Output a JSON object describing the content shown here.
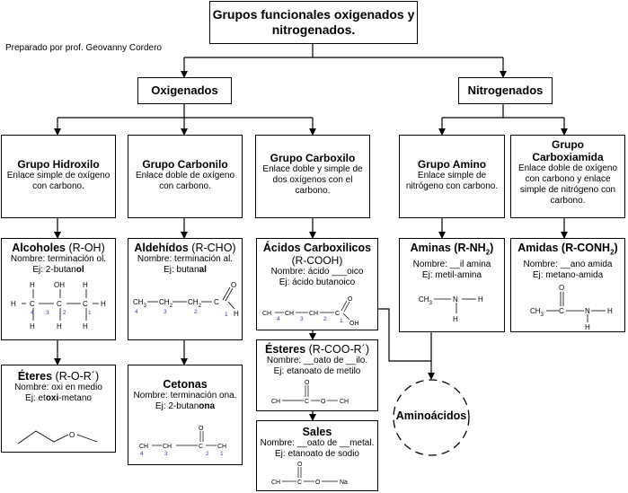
{
  "title_line1": "Grupos funcionales oxigenados y",
  "title_line2": "nitrogenados.",
  "author": "Preparado por prof. Geovanny Cordero",
  "categories": {
    "oxigenados": "Oxigenados",
    "nitrogenados": "Nitrogenados"
  },
  "groups": {
    "hidroxilo": {
      "title": "Grupo Hidroxilo",
      "desc1": "Enlace simple de oxígeno",
      "desc2": "con carbono."
    },
    "carbonilo": {
      "title": "Grupo Carbonilo",
      "desc1": "Enlace doble de oxígeno",
      "desc2": "con carbono."
    },
    "carboxilo": {
      "title": "Grupo Carboxilo",
      "desc1": "Enlace doble y simple de",
      "desc2": "dos oxígenos con el",
      "desc3": "carbono."
    },
    "amino": {
      "title": "Grupo Amino",
      "desc1": "Enlace simple de",
      "desc2": "nitrógeno con carbono."
    },
    "carboxiamida": {
      "title1": "Grupo",
      "title2": "Carboxiamida",
      "desc1": "Enlace doble de oxígeno",
      "desc2": "con carbono y enlace",
      "desc3": "simple de nitrógeno con",
      "desc4": "carbono."
    }
  },
  "compounds": {
    "alcoholes": {
      "name": "Alcoholes",
      "formula": " (R-OH)",
      "nombre": "Nombre: terminación ol.",
      "ej_prefix": "Ej: 2-butan",
      "ej_bold": "ol"
    },
    "aldehidos": {
      "name": "Aldehídos",
      "formula": " (R-CHO)",
      "nombre": "Nombre: terminación al.",
      "ej_prefix": "Ej: butan",
      "ej_bold": "al"
    },
    "acidos": {
      "name": "Ácidos Carboxilicos",
      "formula": "(R-COOH)",
      "nombre": "Nombre: ácido ___oico",
      "ej": "Ej: ácido butanoico"
    },
    "aminas": {
      "name": "Aminas (R-NH",
      "sub": "2",
      "close": ")",
      "nombre": "Nombre: __il amina",
      "ej": "Ej: metil-amina"
    },
    "amidas": {
      "name": "Amidas (R-CONH",
      "sub": "2",
      "close": ")",
      "nombre": "Nombre: __ano amida",
      "ej": "Ej: metano-amida"
    },
    "eteres": {
      "name": "Éteres",
      "formula": " (R-O-R´)",
      "nombre": "Nombre: oxi en medio",
      "ej_prefix": "Ej: et",
      "ej_bold": "oxi",
      "ej_suffix": "-metano"
    },
    "cetonas": {
      "name": "Cetonas",
      "nombre": "Nombre: terminación ona.",
      "ej_prefix": "Ej:  2-butan",
      "ej_bold": "ona"
    },
    "esteres": {
      "name": "Ésteres",
      "formula": " (R-COO-R´)",
      "nombre": "Nombre: __oato de __ilo.",
      "ej": "Ej: etanoato de metilo"
    },
    "sales": {
      "name": "Sales",
      "nombre": "Nombre: __oato de __metal.",
      "ej": "Ej: etanoato de sodio"
    }
  },
  "aminoacidos": "Aminoácidos",
  "atoms": {
    "C": "C",
    "H": "H",
    "O": "O",
    "N": "N",
    "OH": "OH",
    "Na": "Na",
    "CH3": "CH",
    "CH2": "CH",
    "CH": "CH",
    "sub3": "3",
    "sub2": "2",
    "n1": "1",
    "n2": "2",
    "n3": "3",
    "n4": "4"
  }
}
